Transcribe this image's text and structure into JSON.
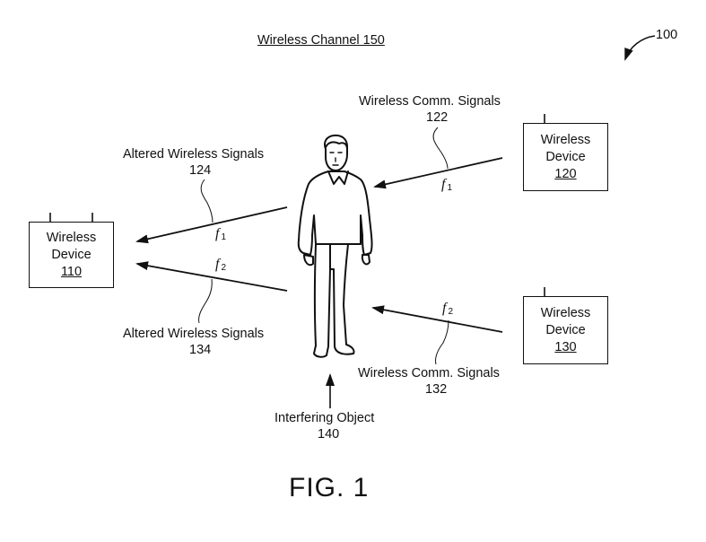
{
  "title": "Wireless Channel 150",
  "figure_ref": "100",
  "figure_label": "FIG. 1",
  "devices": [
    {
      "id": "device-110",
      "line1": "Wireless",
      "line2": "Device",
      "number": "110"
    },
    {
      "id": "device-120",
      "line1": "Wireless",
      "line2": "Device",
      "number": "120"
    },
    {
      "id": "device-130",
      "line1": "Wireless",
      "line2": "Device",
      "number": "130"
    }
  ],
  "signals": {
    "s122": {
      "label": "Wireless Comm. Signals",
      "number": "122",
      "freq": "f",
      "freq_sub": "1"
    },
    "s124": {
      "label": "Altered Wireless Signals",
      "number": "124",
      "freq": "f",
      "freq_sub": "1"
    },
    "s132": {
      "label": "Wireless Comm. Signals",
      "number": "132",
      "freq": "f",
      "freq_sub": "2"
    },
    "s134": {
      "label": "Altered Wireless Signals",
      "number": "134",
      "freq": "f",
      "freq_sub": "2"
    }
  },
  "interfering_object": {
    "label": "Interfering Object",
    "number": "140"
  }
}
